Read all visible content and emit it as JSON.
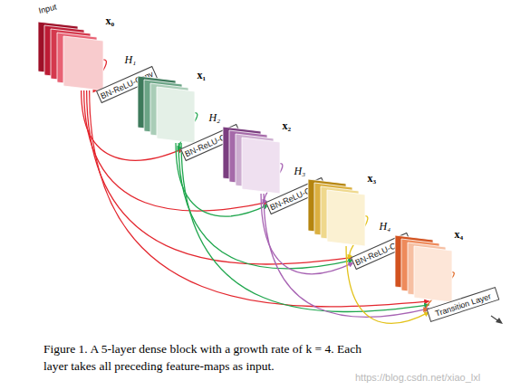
{
  "diagram": {
    "caption": "Figure 1. A 5-layer dense block with a growth rate of k = 4. Each layer takes all preceding feature-maps as input.",
    "nodes": [
      {
        "text": [
          "Input",
          "x₀"
        ]
      },
      {
        "text": [
          "H₁",
          "BN-ReLU-Conv"
        ]
      },
      {
        "text": [
          "x₁"
        ]
      },
      {
        "text": [
          "H₂",
          "BN-ReLU-Conv"
        ]
      },
      {
        "text": [
          "x₂"
        ]
      },
      {
        "text": [
          "H₃",
          "BN-ReLU-Conv"
        ]
      },
      {
        "text": [
          "x₃"
        ]
      },
      {
        "text": [
          "H₄",
          "BN-ReLU-Conv"
        ]
      },
      {
        "text": [
          "x₄"
        ]
      },
      {
        "text": [
          "Transition Layer"
        ]
      }
    ],
    "edges": [
      {
        "from": 0,
        "to": 1,
        "arrow": "to"
      },
      {
        "from": 0,
        "to": 3,
        "arrow": "to"
      },
      {
        "from": 0,
        "to": 5,
        "arrow": "to"
      },
      {
        "from": 0,
        "to": 7,
        "arrow": "to"
      },
      {
        "from": 0,
        "to": 9,
        "arrow": "to"
      },
      {
        "from": 2,
        "to": 3,
        "arrow": "to"
      },
      {
        "from": 2,
        "to": 5,
        "arrow": "to"
      },
      {
        "from": 2,
        "to": 7,
        "arrow": "to"
      },
      {
        "from": 2,
        "to": 9,
        "arrow": "to"
      },
      {
        "from": 4,
        "to": 5,
        "arrow": "to"
      },
      {
        "from": 4,
        "to": 7,
        "arrow": "to"
      },
      {
        "from": 4,
        "to": 9,
        "arrow": "to"
      },
      {
        "from": 6,
        "to": 7,
        "arrow": "to"
      },
      {
        "from": 6,
        "to": 9,
        "arrow": "to"
      },
      {
        "from": 8,
        "to": 9,
        "arrow": "to"
      }
    ],
    "labels": [
      "https://blog.csdn.net/xiao_lxl"
    ]
  }
}
